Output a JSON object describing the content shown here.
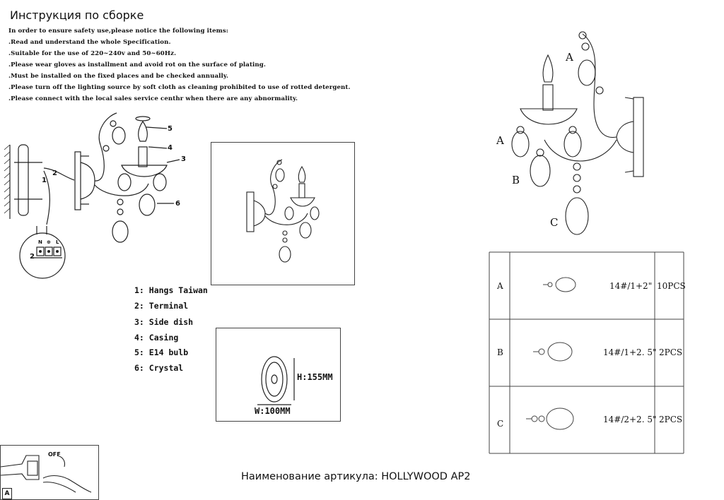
{
  "title": "Инструкция по сборке",
  "notes": [
    "In order to ensure safety use,please notice the following items:",
    ".Read and understand the whole Specification.",
    ".Suitable for the use of 220~240v and 50~60Hz.",
    ".Please wear gloves as installment and avoid rot on the surface of plating.",
    ".Must be installed on the fixed places and be checked annually.",
    ".Please turn off the lighting source by soft cloth as cleaning prohibited to use of rotted detergent.",
    ".Please connect with the local sales service centhr when there are any abnormality."
  ],
  "legend": [
    "1: Hangs Taiwan",
    "2: Terminal",
    "3: Side dish",
    "4: Casing",
    "5: E14 bulb",
    "6: Crystal"
  ],
  "diagram_numbers": [
    "1",
    "2",
    "3",
    "4",
    "5",
    "6",
    "2"
  ],
  "terminal_labels": [
    "N",
    "⊕",
    "L"
  ],
  "dimensions": {
    "height": "H:155MM",
    "width": "W:100MM"
  },
  "switch_label": "OFF",
  "corner_label": "A",
  "parts_letters": [
    "A",
    "A",
    "B",
    "C"
  ],
  "parts_table": [
    {
      "letter": "A",
      "spec": "14#/1+2\"",
      "qty": "10PCS"
    },
    {
      "letter": "B",
      "spec": "14#/1+2. 5\"",
      "qty": "2PCS"
    },
    {
      "letter": "C",
      "spec": "14#/2+2. 5\"",
      "qty": "2PCS"
    }
  ],
  "article": "Наименование артикула: HOLLYWOOD AP2"
}
